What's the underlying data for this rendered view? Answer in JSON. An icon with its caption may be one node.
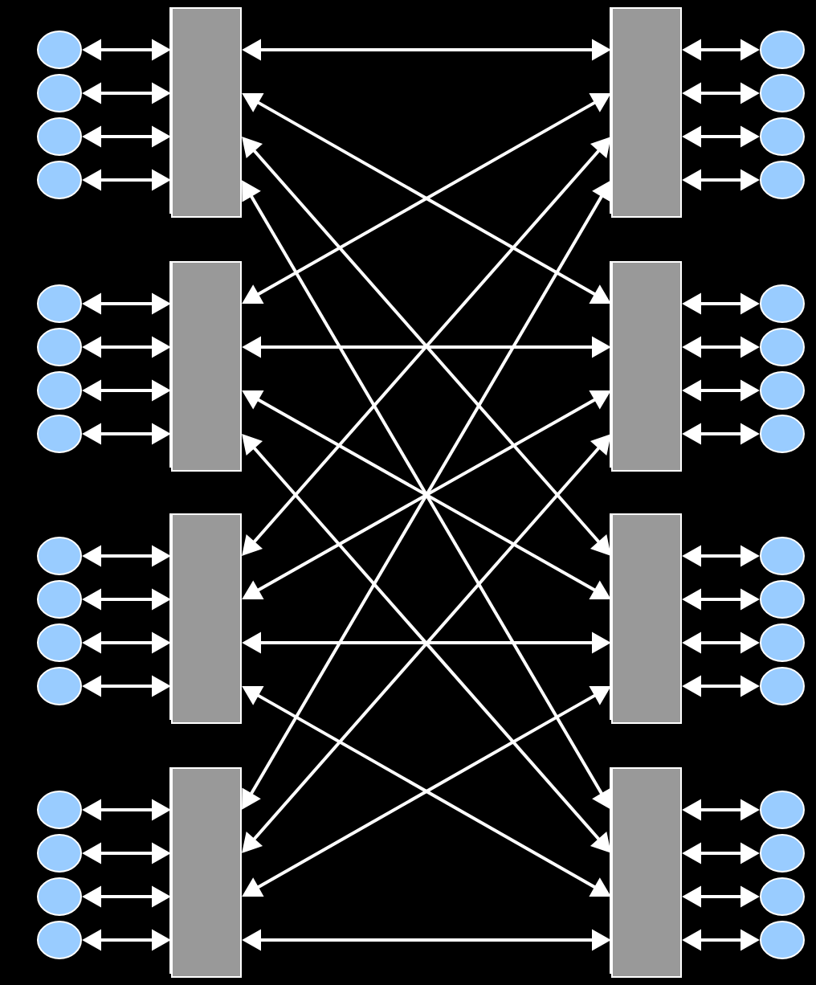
{
  "diagram": {
    "nodes": [
      {
        "text": [],
        "shape": "box"
      },
      {
        "text": [],
        "shape": "box"
      },
      {
        "text": [],
        "shape": "box"
      },
      {
        "text": [],
        "shape": "box"
      },
      {
        "text": [],
        "shape": "box"
      },
      {
        "text": [],
        "shape": "box"
      },
      {
        "text": [],
        "shape": "box"
      },
      {
        "text": [],
        "shape": "box"
      },
      {
        "text": [],
        "shape": "circle"
      },
      {
        "text": [],
        "shape": "circle"
      },
      {
        "text": [],
        "shape": "circle"
      },
      {
        "text": [],
        "shape": "circle"
      },
      {
        "text": [],
        "shape": "circle"
      },
      {
        "text": [],
        "shape": "circle"
      },
      {
        "text": [],
        "shape": "circle"
      },
      {
        "text": [],
        "shape": "circle"
      },
      {
        "text": [],
        "shape": "circle"
      },
      {
        "text": [],
        "shape": "circle"
      },
      {
        "text": [],
        "shape": "circle"
      },
      {
        "text": [],
        "shape": "circle"
      },
      {
        "text": [],
        "shape": "circle"
      },
      {
        "text": [],
        "shape": "circle"
      },
      {
        "text": [],
        "shape": "circle"
      },
      {
        "text": [],
        "shape": "circle"
      },
      {
        "text": [],
        "shape": "circle"
      },
      {
        "text": [],
        "shape": "circle"
      },
      {
        "text": [],
        "shape": "circle"
      },
      {
        "text": [],
        "shape": "circle"
      },
      {
        "text": [],
        "shape": "circle"
      },
      {
        "text": [],
        "shape": "circle"
      },
      {
        "text": [],
        "shape": "circle"
      },
      {
        "text": [],
        "shape": "circle"
      },
      {
        "text": [],
        "shape": "circle"
      },
      {
        "text": [],
        "shape": "circle"
      },
      {
        "text": [],
        "shape": "circle"
      },
      {
        "text": [],
        "shape": "circle"
      },
      {
        "text": [],
        "shape": "circle"
      },
      {
        "text": [],
        "shape": "circle"
      },
      {
        "text": [],
        "shape": "circle"
      },
      {
        "text": [],
        "shape": "circle"
      }
    ],
    "edges": [
      {
        "from": 8,
        "to": 0,
        "arrow": "both"
      },
      {
        "from": 9,
        "to": 0,
        "arrow": "both"
      },
      {
        "from": 10,
        "to": 0,
        "arrow": "both"
      },
      {
        "from": 11,
        "to": 0,
        "arrow": "both"
      },
      {
        "from": 12,
        "to": 1,
        "arrow": "both"
      },
      {
        "from": 13,
        "to": 1,
        "arrow": "both"
      },
      {
        "from": 14,
        "to": 1,
        "arrow": "both"
      },
      {
        "from": 15,
        "to": 1,
        "arrow": "both"
      },
      {
        "from": 16,
        "to": 2,
        "arrow": "both"
      },
      {
        "from": 17,
        "to": 2,
        "arrow": "both"
      },
      {
        "from": 18,
        "to": 2,
        "arrow": "both"
      },
      {
        "from": 19,
        "to": 2,
        "arrow": "both"
      },
      {
        "from": 20,
        "to": 3,
        "arrow": "both"
      },
      {
        "from": 21,
        "to": 3,
        "arrow": "both"
      },
      {
        "from": 22,
        "to": 3,
        "arrow": "both"
      },
      {
        "from": 23,
        "to": 3,
        "arrow": "both"
      },
      {
        "from": 4,
        "to": 24,
        "arrow": "both"
      },
      {
        "from": 4,
        "to": 25,
        "arrow": "both"
      },
      {
        "from": 4,
        "to": 26,
        "arrow": "both"
      },
      {
        "from": 4,
        "to": 27,
        "arrow": "both"
      },
      {
        "from": 5,
        "to": 28,
        "arrow": "both"
      },
      {
        "from": 5,
        "to": 29,
        "arrow": "both"
      },
      {
        "from": 5,
        "to": 30,
        "arrow": "both"
      },
      {
        "from": 5,
        "to": 31,
        "arrow": "both"
      },
      {
        "from": 6,
        "to": 32,
        "arrow": "both"
      },
      {
        "from": 6,
        "to": 33,
        "arrow": "both"
      },
      {
        "from": 6,
        "to": 34,
        "arrow": "both"
      },
      {
        "from": 6,
        "to": 35,
        "arrow": "both"
      },
      {
        "from": 7,
        "to": 36,
        "arrow": "both"
      },
      {
        "from": 7,
        "to": 37,
        "arrow": "both"
      },
      {
        "from": 7,
        "to": 38,
        "arrow": "both"
      },
      {
        "from": 7,
        "to": 39,
        "arrow": "both"
      },
      {
        "from": 0,
        "to": 4,
        "arrow": "both"
      },
      {
        "from": 0,
        "to": 5,
        "arrow": "both"
      },
      {
        "from": 0,
        "to": 6,
        "arrow": "both"
      },
      {
        "from": 0,
        "to": 7,
        "arrow": "both"
      },
      {
        "from": 1,
        "to": 4,
        "arrow": "both"
      },
      {
        "from": 1,
        "to": 5,
        "arrow": "both"
      },
      {
        "from": 1,
        "to": 6,
        "arrow": "both"
      },
      {
        "from": 1,
        "to": 7,
        "arrow": "both"
      },
      {
        "from": 2,
        "to": 4,
        "arrow": "both"
      },
      {
        "from": 2,
        "to": 5,
        "arrow": "both"
      },
      {
        "from": 2,
        "to": 6,
        "arrow": "both"
      },
      {
        "from": 2,
        "to": 7,
        "arrow": "both"
      },
      {
        "from": 3,
        "to": 4,
        "arrow": "both"
      },
      {
        "from": 3,
        "to": 5,
        "arrow": "both"
      },
      {
        "from": 3,
        "to": 6,
        "arrow": "both"
      },
      {
        "from": 3,
        "to": 7,
        "arrow": "both"
      }
    ]
  }
}
